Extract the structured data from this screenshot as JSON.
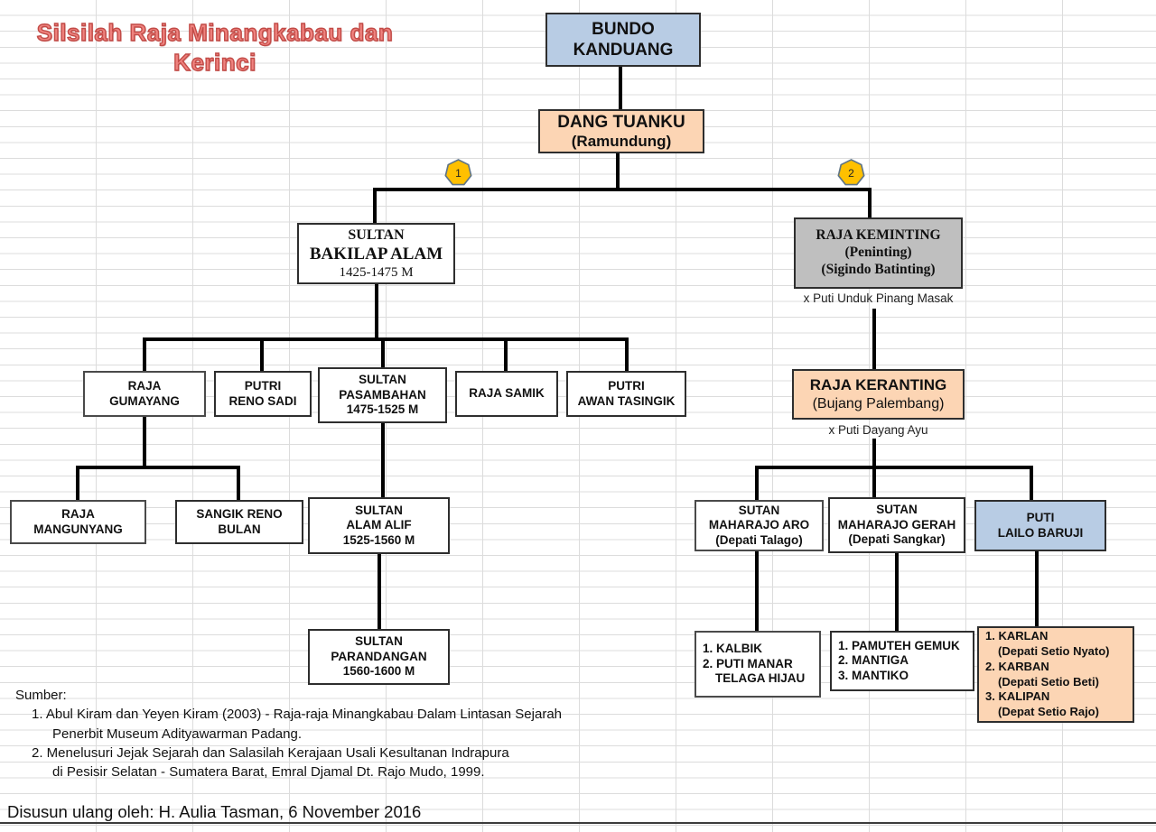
{
  "title": {
    "line1": "Silsilah Raja Minangkabau",
    "line2": "dan Kerinci"
  },
  "badges": {
    "b1": "1",
    "b2": "2"
  },
  "colors": {
    "blue": "#b8cce4",
    "peach": "#fcd5b4",
    "gray": "#bfbfbf",
    "badge_fill": "#ffc000",
    "title_red": "#c24b47"
  },
  "nodes": {
    "bundo": {
      "lines": [
        "BUNDO",
        "KANDUANG"
      ]
    },
    "dang_tuanku": {
      "lines": [
        "DANG TUANKU",
        "(Ramundung)"
      ]
    },
    "bakilap": {
      "lines": [
        "SULTAN",
        "BAKILAP ALAM",
        "1425-1475 M"
      ]
    },
    "keminting": {
      "lines": [
        "RAJA KEMINTING",
        "(Peninting)",
        "(Sigindo Batinting)"
      ],
      "spouse": "x Puti Unduk Pinang Masak"
    },
    "gumayang": {
      "lines": [
        "RAJA",
        "GUMAYANG"
      ]
    },
    "reno_sadi": {
      "lines": [
        "PUTRI",
        "RENO SADI"
      ]
    },
    "pasambahan": {
      "lines": [
        "SULTAN",
        "PASAMBAHAN",
        "1475-1525 M"
      ]
    },
    "samik": {
      "lines": [
        "RAJA SAMIK"
      ]
    },
    "awan_tasingik": {
      "lines": [
        "PUTRI",
        "AWAN TASINGIK"
      ]
    },
    "mangunyang": {
      "lines": [
        "RAJA",
        "MANGUNYANG"
      ]
    },
    "sangik": {
      "lines": [
        "SANGIK RENO",
        "BULAN"
      ]
    },
    "alam_alif": {
      "lines": [
        "SULTAN",
        "ALAM ALIF",
        "1525-1560 M"
      ]
    },
    "parandangan": {
      "lines": [
        "SULTAN",
        "PARANDANGAN",
        "1560-1600 M"
      ]
    },
    "keranting": {
      "lines": [
        "RAJA KERANTING",
        "(Bujang Palembang)"
      ],
      "spouse": "x Puti Dayang Ayu"
    },
    "maharajo_aro": {
      "lines": [
        "SUTAN",
        "MAHARAJO ARO",
        "(Depati Talago)"
      ]
    },
    "maharajo_gerah": {
      "lines": [
        "SUTAN",
        "MAHARAJO GERAH",
        "(Depati Sangkar)"
      ]
    },
    "lailo_baruji": {
      "lines": [
        "PUTI",
        "LAILO BARUJI"
      ]
    },
    "kalbik_list": {
      "lines": [
        "1. KALBIK",
        "2. PUTI MANAR",
        "TELAGA HIJAU"
      ]
    },
    "pamuteh_list": {
      "lines": [
        "1. PAMUTEH GEMUK",
        "2. MANTIGA",
        "3. MANTIKO"
      ]
    },
    "karlan_list": {
      "lines": [
        "1. KARLAN",
        "(Depati Setio Nyato)",
        "2. KARBAN",
        "(Depati Setio Beti)",
        "3. KALIPAN",
        "(Depat Setio Rajo)"
      ]
    }
  },
  "footer": {
    "sumber_label": "Sumber:",
    "source1a": "1.  Abul Kiram dan Yeyen Kiram (2003) - Raja-raja Minangkabau Dalam Lintasan Sejarah",
    "source1b": "Penerbit Museum Adityawarman Padang.",
    "source2a": "2.  Menelusuri Jejak Sejarah dan Salasilah Kerajaan Usali Kesultanan Indrapura",
    "source2b": "di Pesisir Selatan - Sumatera Barat, Emral Djamal Dt. Rajo Mudo, 1999.",
    "credit": "Disusun ulang oleh: H.  Aulia Tasman, 6 November 2016"
  }
}
